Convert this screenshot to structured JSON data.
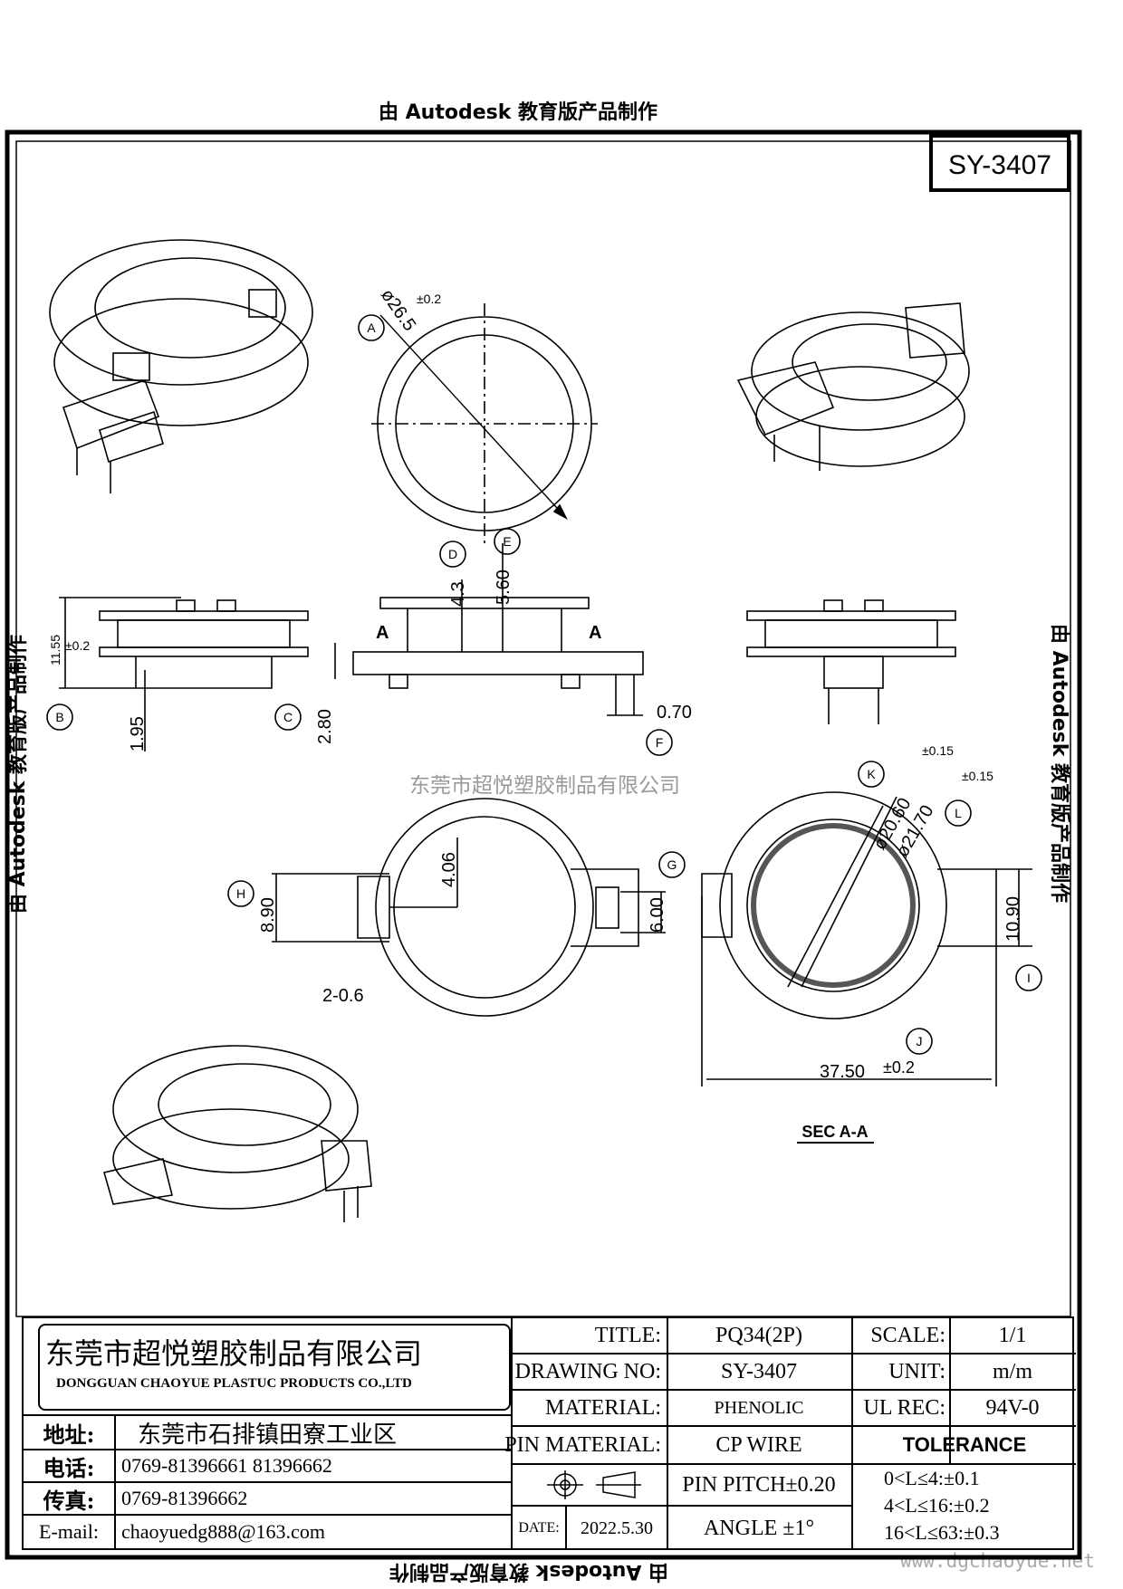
{
  "watermarks": {
    "top": "由 Autodesk 教育版产品制作",
    "bottom": "由 Autodesk 教育版产品制作",
    "left": "由 Autodesk 教育版产品制作",
    "right": "由 Autodesk 教育版产品制作",
    "center": "东莞市超悦塑胶制品有限公司",
    "site": "www.dgchaoyue.net"
  },
  "part_number": "SY-3407",
  "dimensions": {
    "d_a": "ø26.5",
    "tol_a": "±0.2",
    "h_d": "4.3",
    "h_e": "5.60",
    "h_b": "11.55",
    "tol_b": "±0.2",
    "h_b2": "1.95",
    "h_c": "2.80",
    "w_f": "0.70",
    "d_k": "ø20.60",
    "tol_k": "±0.15",
    "d_l": "ø21.70",
    "tol_l": "±0.15",
    "w_h": "8.90",
    "w_h2": "4.06",
    "w_g": "6.00",
    "w_i": "10.90",
    "w_slot": "2-0.6",
    "w_j": "37.50",
    "tol_j": "±0.2"
  },
  "callouts": [
    "A",
    "B",
    "C",
    "D",
    "E",
    "F",
    "G",
    "H",
    "I",
    "J",
    "K",
    "L"
  ],
  "section_marks": [
    "A",
    "A"
  ],
  "section_label": "SEC A-A",
  "titleblock": {
    "company_cn": "东莞市超悦塑胶制品有限公司",
    "company_en": "DONGGUAN CHAOYUE PLASTUC PRODUCTS CO.,LTD",
    "addr_label": "地址:",
    "addr": "东莞市石排镇田寮工业区",
    "tel_label": "电话:",
    "tel": "0769-81396661   81396662",
    "fax_label": "传真:",
    "fax": "0769-81396662",
    "email_label": "E-mail:",
    "email": "chaoyuedg888@163.com",
    "title_label": "TITLE:",
    "title": "PQ34(2P)",
    "drawing_label": "DRAWING NO:",
    "drawing": "SY-3407",
    "material_label": "MATERIAL:",
    "material": "PHENOLIC",
    "pin_material_label": "PIN MATERIAL:",
    "pin_material": "CP WIRE",
    "pin_pitch": "PIN PITCH±0.20",
    "date_label": "DATE:",
    "date": "2022.5.30",
    "angle": "ANGLE  ±1°",
    "scale_label": "SCALE:",
    "scale": "1/1",
    "unit_label": "UNIT:",
    "unit": "m/m",
    "ul_label": "UL REC:",
    "ul": "94V-0",
    "tolerance_label": "TOLERANCE",
    "tol1": "0<L≤4:±0.1",
    "tol2": "4<L≤16:±0.2",
    "tol3": "16<L≤63:±0.3"
  }
}
